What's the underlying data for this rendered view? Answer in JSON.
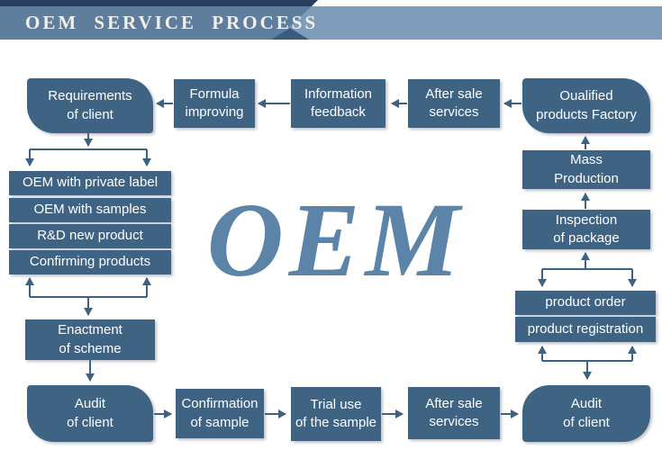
{
  "header": {
    "title": "OEM SERVICE PROCESS"
  },
  "watermark": "OEM",
  "colors": {
    "box": "#3f6383",
    "arrow": "#3e6180",
    "header_left": "#5f7e9d",
    "header_right": "#7f9dbb",
    "header_top_strip": "#263f5e",
    "header_fold_triangle": "#3b5a7e",
    "watermark_text": "#5c84a9",
    "title_text": "#f2efe9"
  },
  "nodes": {
    "requirements": "Requirements\nof client",
    "formula_improving": "Formula\nimproving",
    "information_feedback": "Information\nfeedback",
    "after_sale_top": "After sale\nservices",
    "qualified_factory": "Oualified\nproducts Factory",
    "oem_private_label": "OEM with private label",
    "oem_samples": "OEM with samples",
    "rd_new_product": "R&D new product",
    "confirming_products": "Confirming products",
    "enactment": "Enactment\nof scheme",
    "audit_left": "Audit\nof  client",
    "confirmation_sample": "Confirmation\nof sample",
    "trial_use": "Trial use\nof the sample",
    "after_sale_bottom": "After sale\nservices",
    "audit_right": "Audit\nof client",
    "mass_production": "Mass\nProduction",
    "inspection_package": "Inspection\nof package",
    "product_order": "product order",
    "product_registration": "product registration"
  }
}
